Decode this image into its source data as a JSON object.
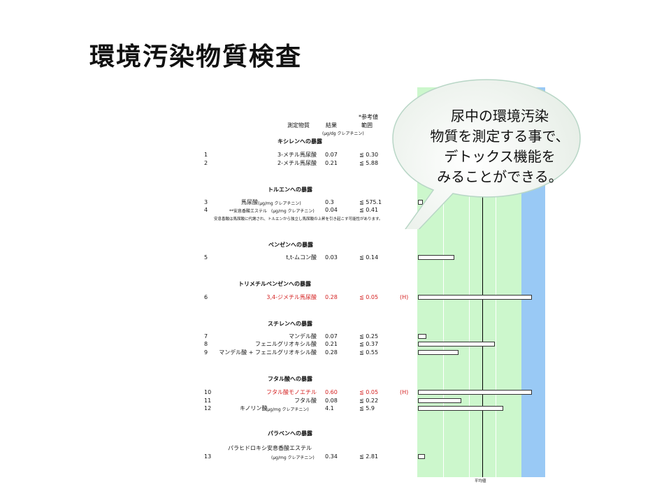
{
  "title": "環境汚染物質検査",
  "headers": {
    "substance": "測定物質",
    "result": "結果",
    "result_unit": "(μg/dg クレアチニン)",
    "ref_top": "*参考値",
    "ref_bottom": "範囲"
  },
  "sections": [
    {
      "label": "キシレンへの暴露"
    },
    {
      "label": "トルエンへの暴露"
    },
    {
      "label": "ベンゼンへの暴露"
    },
    {
      "label": "トリメチルベンゼンへの暴露"
    },
    {
      "label": "スチレンへの暴露"
    },
    {
      "label": "フタル酸への暴露"
    },
    {
      "label": "パラベンへの暴露"
    }
  ],
  "rows": [
    {
      "num": "1",
      "name": "3-メチル馬尿酸",
      "value": "0.07",
      "ref": "≦ 0.30",
      "flag": "",
      "bar": 0
    },
    {
      "num": "2",
      "name": "2-メチル馬尿酸",
      "value": "0.21",
      "ref": "≦ 5.88",
      "flag": "",
      "bar": 0
    },
    {
      "num": "3",
      "name": "馬尿酸",
      "name_unit": "(μg/mg クレアチニン)",
      "value": "0.3",
      "ref": "≦ 575.1",
      "flag": "",
      "bar": 4
    },
    {
      "num": "4",
      "name": "**安息香酸エステル",
      "name_unit": "(μg/mg クレアチニン)",
      "value": "0.04",
      "ref": "≦ 0.41",
      "flag": "",
      "bar": 0
    },
    {
      "num": "5",
      "name": "t,t-ムコン酸",
      "value": "0.03",
      "ref": "≦ 0.14",
      "flag": "",
      "bar": 30
    },
    {
      "num": "6",
      "name": "3,4-ジメチル馬尿酸",
      "value": "0.28",
      "ref": "≦ 0.05",
      "flag": "(H)",
      "bar": 95
    },
    {
      "num": "7",
      "name": "マンデル酸",
      "value": "0.07",
      "ref": "≦ 0.25",
      "flag": "",
      "bar": 7
    },
    {
      "num": "8",
      "name": "フェニルグリオキシル酸",
      "value": "0.21",
      "ref": "≦ 0.37",
      "flag": "",
      "bar": 64
    },
    {
      "num": "9",
      "name": "マンデル酸 + フェニルグリオキシル酸",
      "value": "0.28",
      "ref": "≦ 0.55",
      "flag": "",
      "bar": 34
    },
    {
      "num": "10",
      "name": "フタル酸モノエチル",
      "value": "0.60",
      "ref": "≦ 0.05",
      "flag": "(H)",
      "bar": 95
    },
    {
      "num": "11",
      "name": "フタル酸",
      "value": "0.08",
      "ref": "≦ 0.22",
      "flag": "",
      "bar": 36
    },
    {
      "num": "12",
      "name": "キノリン酸",
      "name_unit": "(μg/mg クレアチニン)",
      "value": "4.1",
      "ref": "≦ 5.9",
      "flag": "",
      "bar": 71
    },
    {
      "num": "13",
      "name": "パラヒドロキシ安息香酸エステル",
      "name_unit": "(μg/mg クレアチニン)",
      "value": "0.34",
      "ref": "≦ 2.81",
      "flag": "",
      "bar": 6
    }
  ],
  "note": "安息香酸は馬尿酸に代謝され、トルエンから独立し馬尿酸の上昇を引き起こす可能性があります。",
  "mean_label": "平均値",
  "callout": [
    "尿中の環境汚染",
    "物質を測定する事で、",
    "デトックス機能を",
    "みることができる。"
  ],
  "colors": {
    "normal": "#ccf7cc",
    "high": "#99c9f5",
    "flag": "#d42020"
  }
}
